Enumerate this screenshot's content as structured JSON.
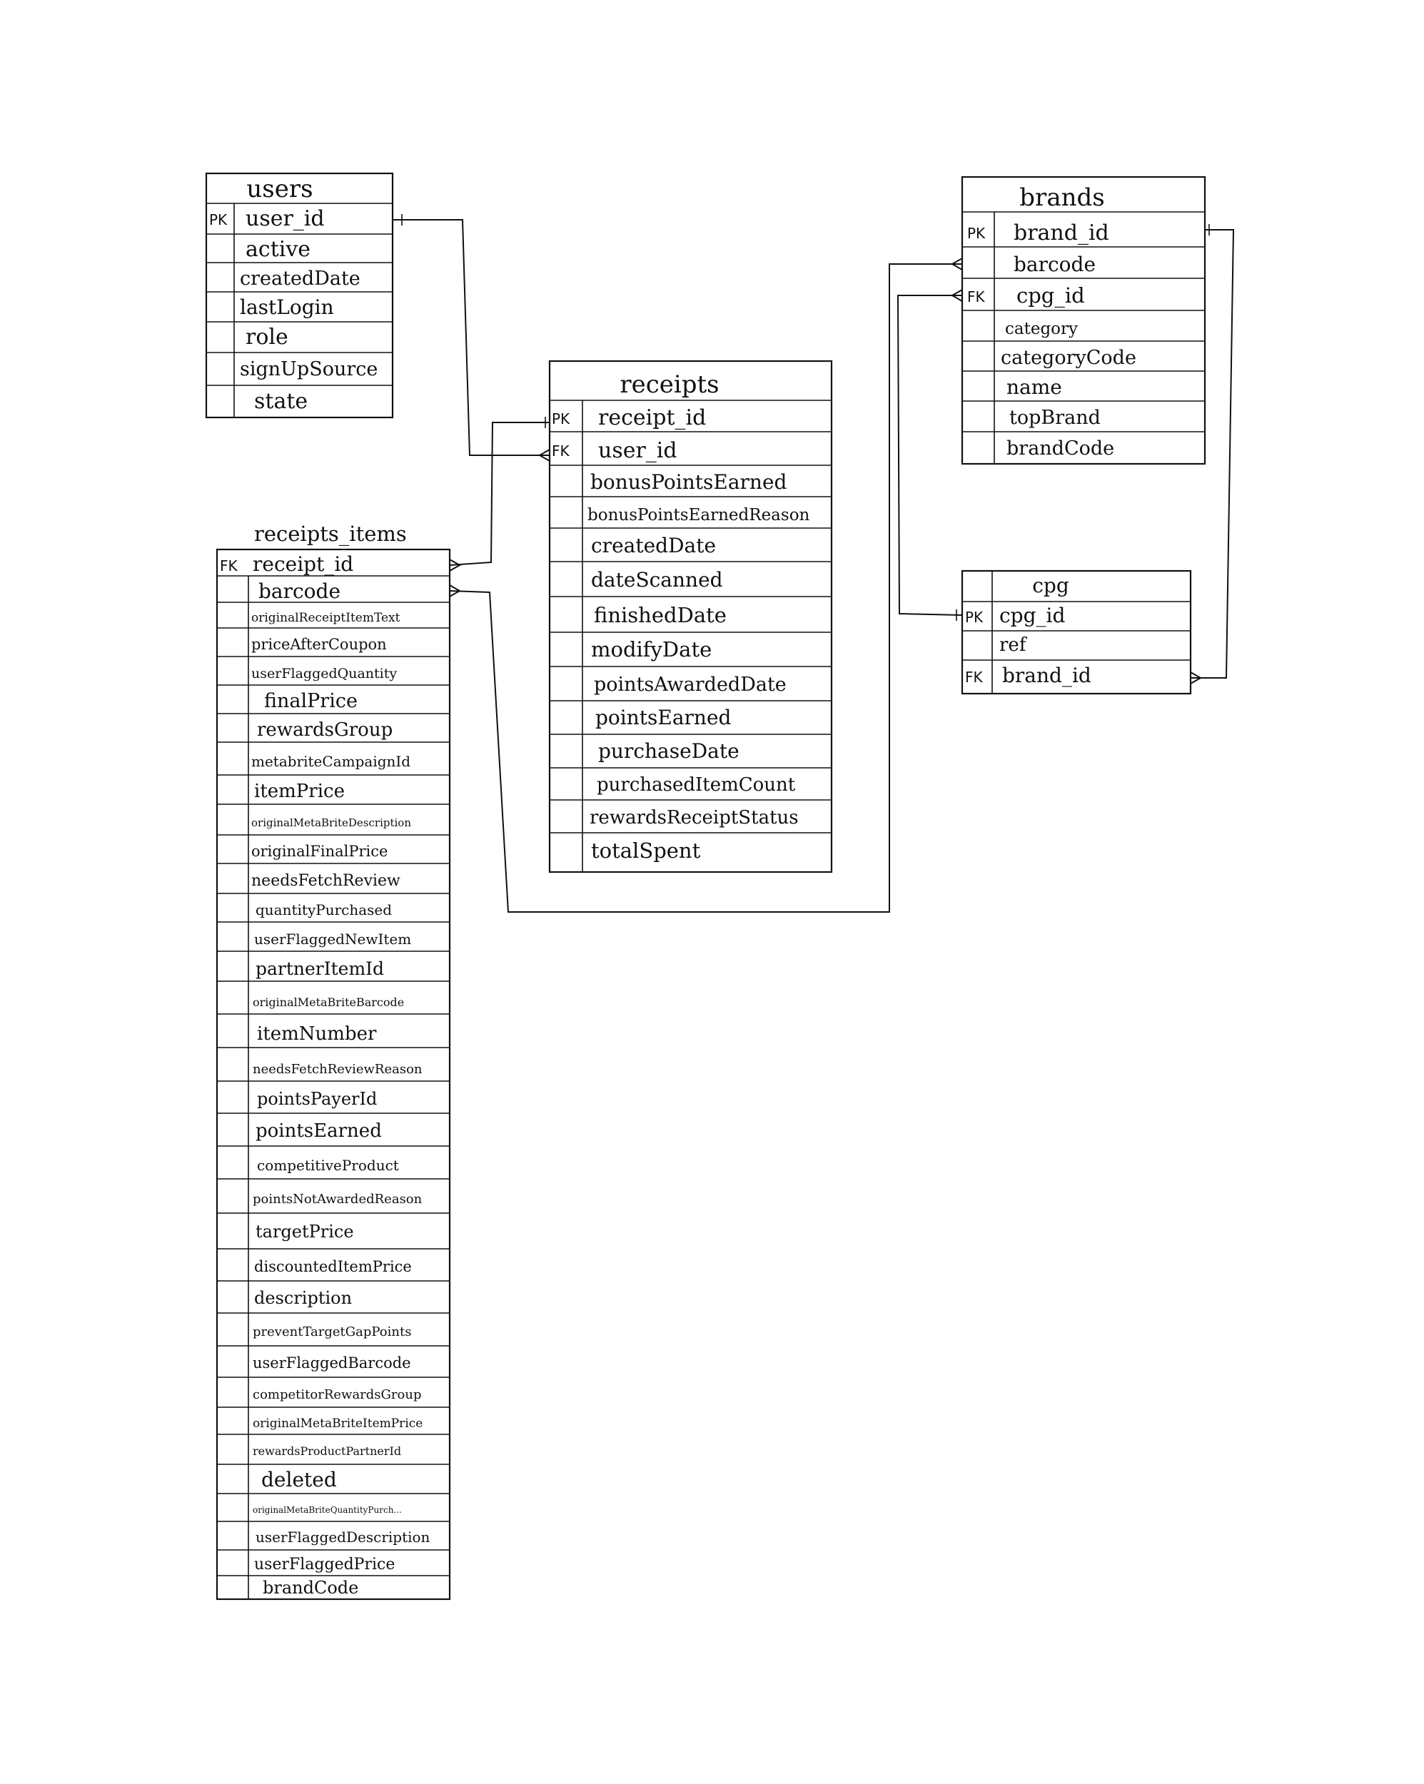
{
  "diagram": {
    "tables": [
      {
        "id": "users",
        "title": "users",
        "fields": [
          {
            "key": "PK",
            "name": "user_id"
          },
          {
            "key": "",
            "name": "active"
          },
          {
            "key": "",
            "name": "createdDate"
          },
          {
            "key": "",
            "name": "lastLogin"
          },
          {
            "key": "",
            "name": "role"
          },
          {
            "key": "",
            "name": "signUpSource"
          },
          {
            "key": "",
            "name": "state"
          }
        ]
      },
      {
        "id": "receipts",
        "title": "receipts",
        "fields": [
          {
            "key": "PK",
            "name": "receipt_id"
          },
          {
            "key": "FK",
            "name": "user_id"
          },
          {
            "key": "",
            "name": "bonusPointsEarned"
          },
          {
            "key": "",
            "name": "bonusPointsEarnedReason"
          },
          {
            "key": "",
            "name": "createdDate"
          },
          {
            "key": "",
            "name": "dateScanned"
          },
          {
            "key": "",
            "name": "finishedDate"
          },
          {
            "key": "",
            "name": "modifyDate"
          },
          {
            "key": "",
            "name": "pointsAwardedDate"
          },
          {
            "key": "",
            "name": "pointsEarned"
          },
          {
            "key": "",
            "name": "purchaseDate"
          },
          {
            "key": "",
            "name": "purchasedItemCount"
          },
          {
            "key": "",
            "name": "rewardsReceiptStatus"
          },
          {
            "key": "",
            "name": "totalSpent"
          }
        ]
      },
      {
        "id": "receipts_items",
        "title": "receipts_items",
        "fields": [
          {
            "key": "FK",
            "name": "receipt_id"
          },
          {
            "key": "",
            "name": "barcode"
          },
          {
            "key": "",
            "name": "originalReceiptItemText"
          },
          {
            "key": "",
            "name": "priceAfterCoupon"
          },
          {
            "key": "",
            "name": "userFlaggedQuantity"
          },
          {
            "key": "",
            "name": "finalPrice"
          },
          {
            "key": "",
            "name": "rewardsGroup"
          },
          {
            "key": "",
            "name": "metabriteCampaignId"
          },
          {
            "key": "",
            "name": "itemPrice"
          },
          {
            "key": "",
            "name": "originalMetaBriteDescription"
          },
          {
            "key": "",
            "name": "originalFinalPrice"
          },
          {
            "key": "",
            "name": "needsFetchReview"
          },
          {
            "key": "",
            "name": "quantityPurchased"
          },
          {
            "key": "",
            "name": "userFlaggedNewItem"
          },
          {
            "key": "",
            "name": "partnerItemId"
          },
          {
            "key": "",
            "name": "originalMetaBriteBarcode"
          },
          {
            "key": "",
            "name": "itemNumber"
          },
          {
            "key": "",
            "name": "needsFetchReviewReason"
          },
          {
            "key": "",
            "name": "pointsPayerId"
          },
          {
            "key": "",
            "name": "pointsEarned"
          },
          {
            "key": "",
            "name": "competitiveProduct"
          },
          {
            "key": "",
            "name": "pointsNotAwardedReason"
          },
          {
            "key": "",
            "name": "targetPrice"
          },
          {
            "key": "",
            "name": "discountedItemPrice"
          },
          {
            "key": "",
            "name": "description"
          },
          {
            "key": "",
            "name": "preventTargetGapPoints"
          },
          {
            "key": "",
            "name": "userFlaggedBarcode"
          },
          {
            "key": "",
            "name": "competitorRewardsGroup"
          },
          {
            "key": "",
            "name": "originalMetaBriteItemPrice"
          },
          {
            "key": "",
            "name": "rewardsProductPartnerId"
          },
          {
            "key": "",
            "name": "deleted"
          },
          {
            "key": "",
            "name": "originalMetaBriteQuantityPurch..."
          },
          {
            "key": "",
            "name": "userFlaggedDescription"
          },
          {
            "key": "",
            "name": "userFlaggedPrice"
          },
          {
            "key": "",
            "name": "brandCode"
          }
        ]
      },
      {
        "id": "brands",
        "title": "brands",
        "fields": [
          {
            "key": "PK",
            "name": "brand_id"
          },
          {
            "key": "",
            "name": "barcode"
          },
          {
            "key": "FK",
            "name": "cpg_id"
          },
          {
            "key": "",
            "name": "category"
          },
          {
            "key": "",
            "name": "categoryCode"
          },
          {
            "key": "",
            "name": "name"
          },
          {
            "key": "",
            "name": "topBrand"
          },
          {
            "key": "",
            "name": "brandCode"
          }
        ]
      },
      {
        "id": "cpg",
        "title": "cpg",
        "fields": [
          {
            "key": "PK",
            "name": "cpg_id"
          },
          {
            "key": "",
            "name": "ref"
          },
          {
            "key": "FK",
            "name": "brand_id"
          }
        ]
      }
    ]
  }
}
